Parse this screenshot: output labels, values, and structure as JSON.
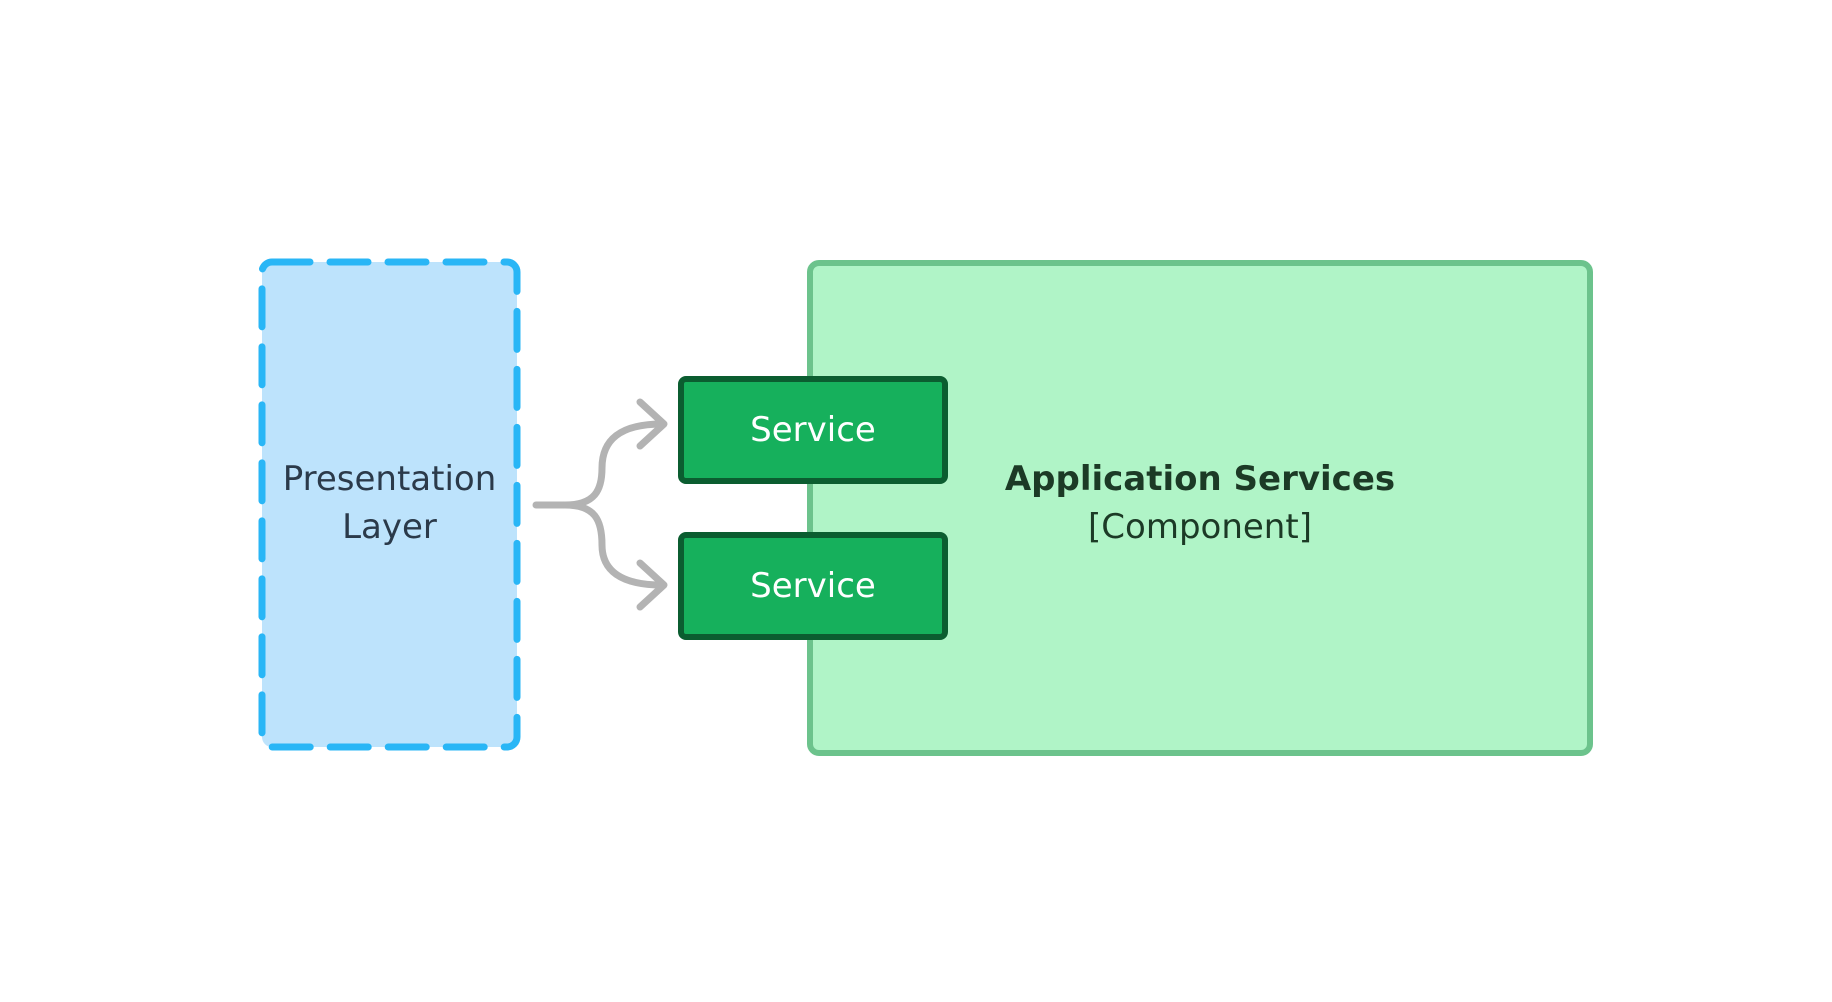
{
  "presentation": {
    "line1": "Presentation",
    "line2": "Layer"
  },
  "application": {
    "title": "Application Services",
    "subtitle": "[Component]"
  },
  "services": [
    {
      "label": "Service"
    },
    {
      "label": "Service"
    }
  ],
  "colors": {
    "presentation_fill": "#bde3fc",
    "presentation_border": "#29b6f6",
    "app_fill": "#b0f4c7",
    "app_border": "#6cc38c",
    "service_fill": "#16b05c",
    "service_border": "#0b5d30",
    "connector": "#b3b3b3"
  }
}
